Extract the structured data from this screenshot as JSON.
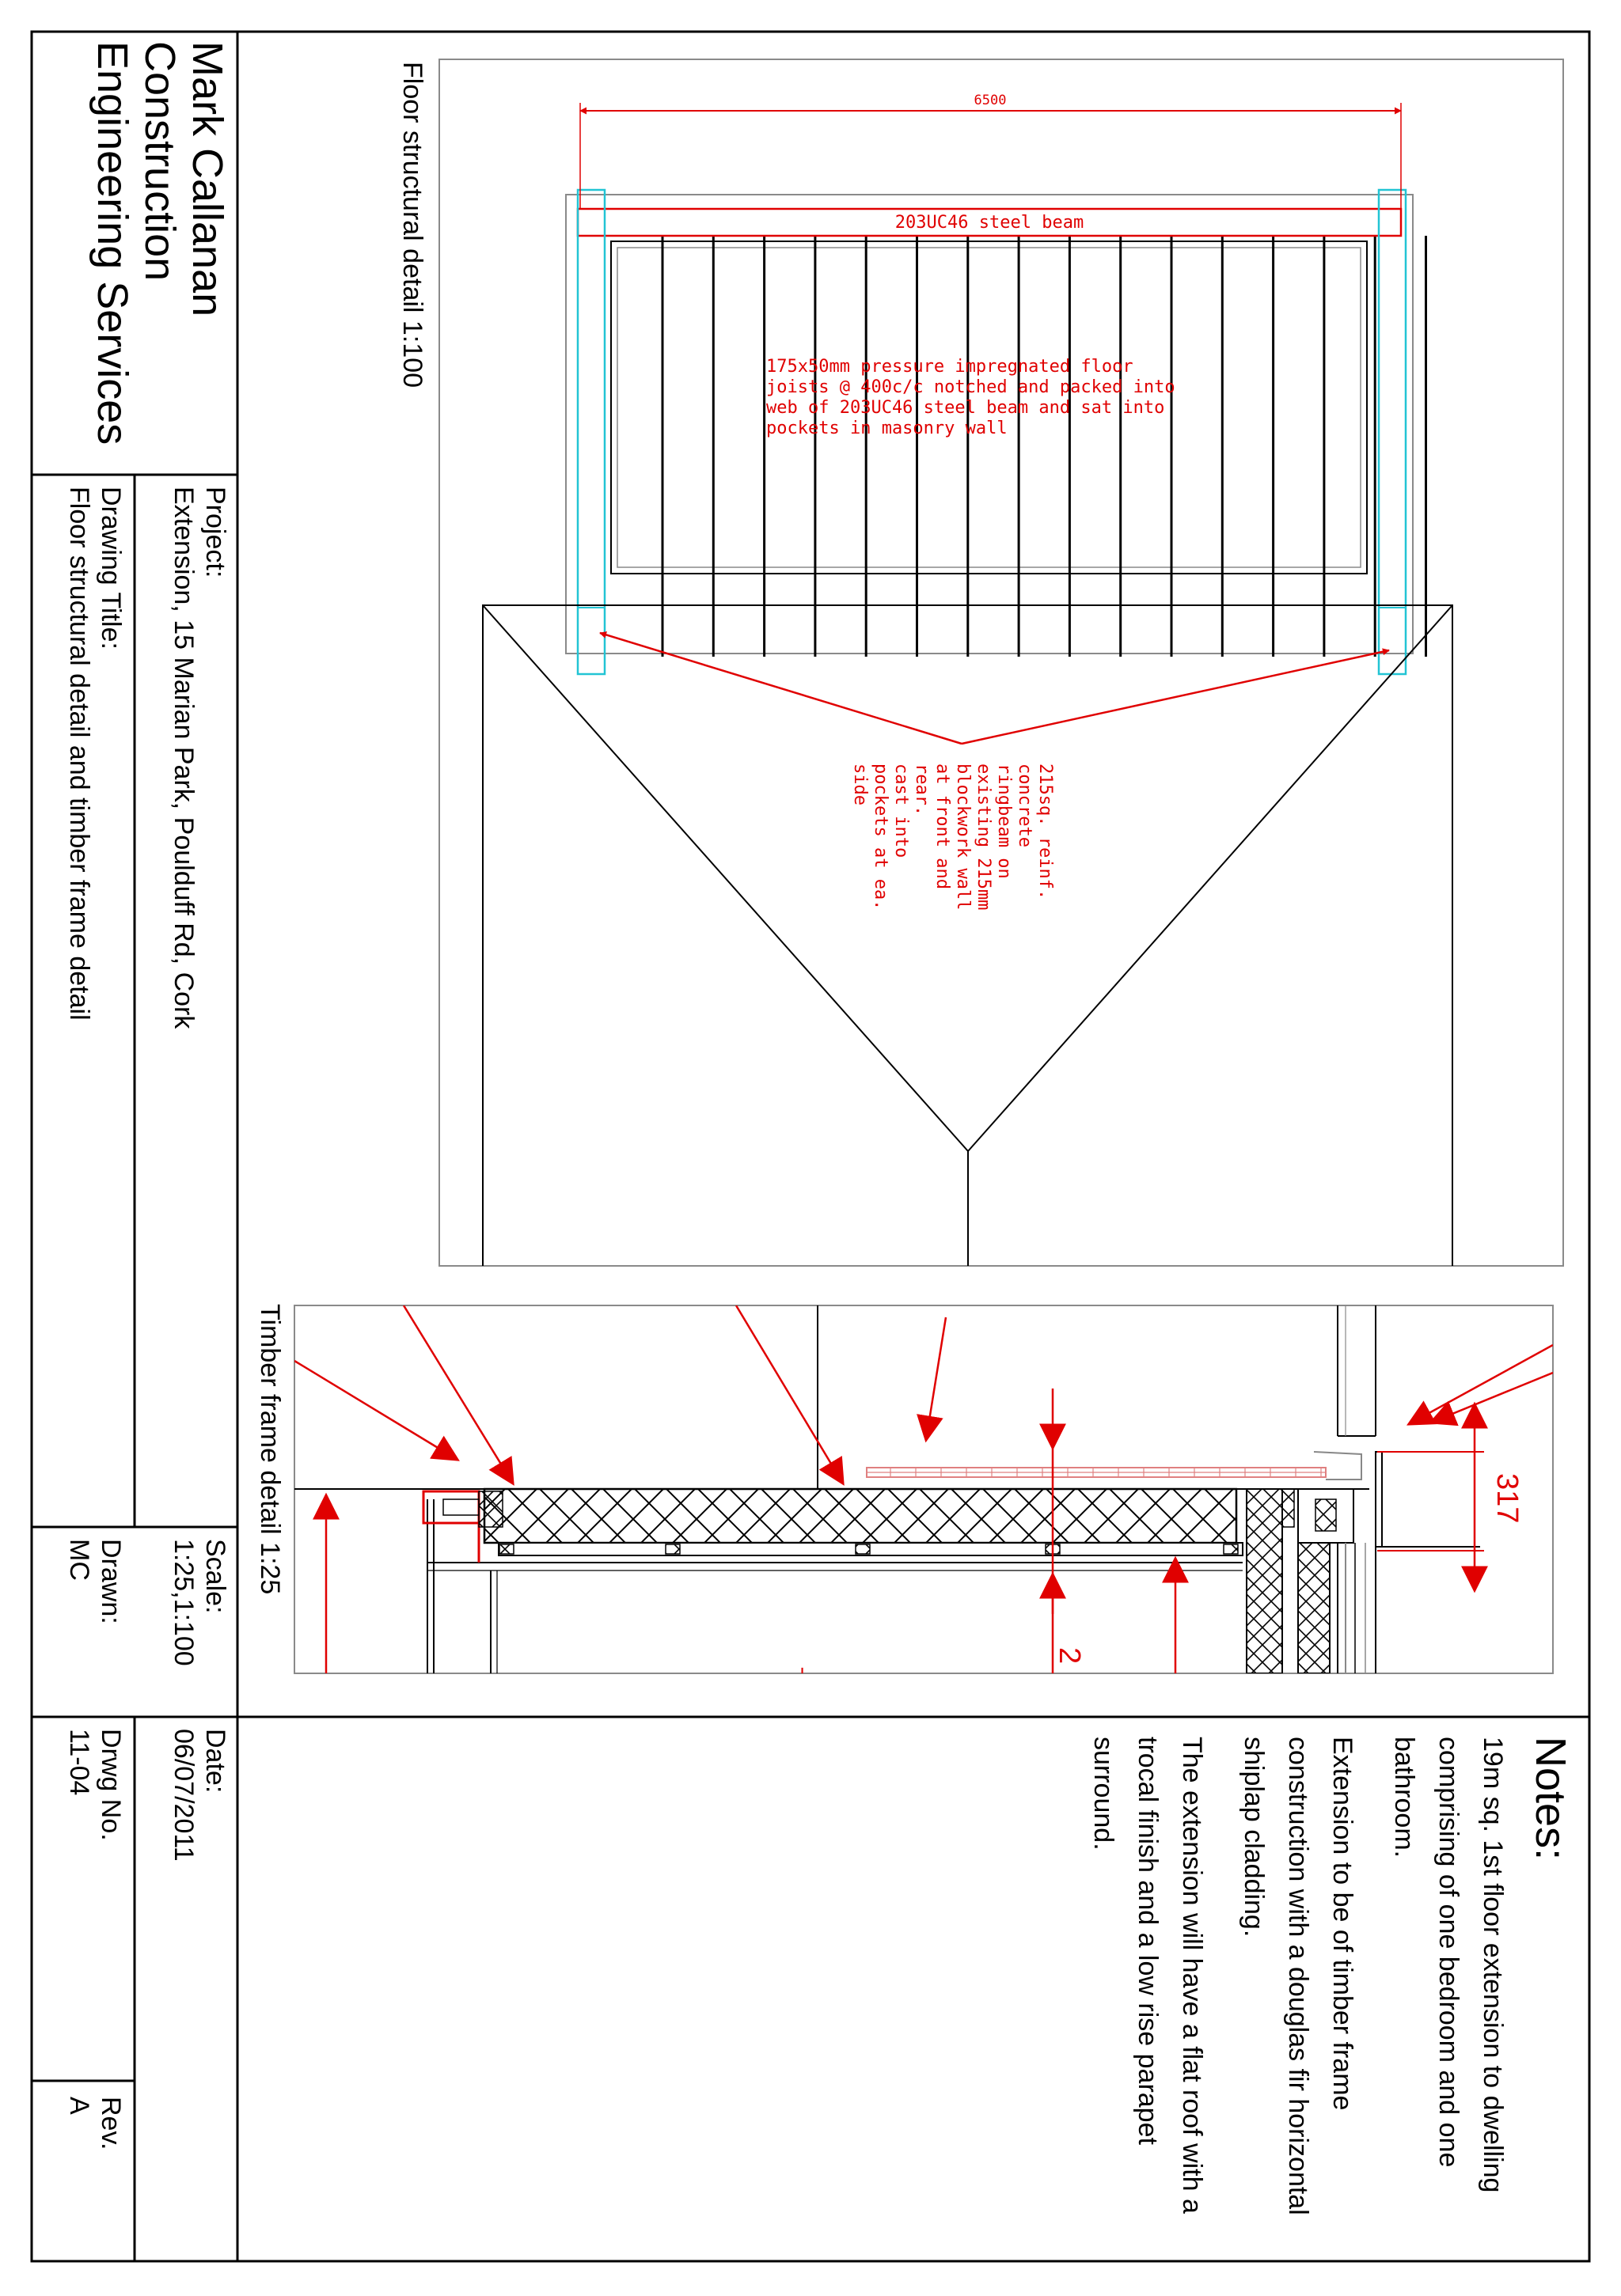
{
  "title_block": {
    "company": [
      "Mark Callanan",
      "Construction",
      "Engineering Services"
    ],
    "project_label": "Project:",
    "project_value": "Extension, 15 Marian Park, Poulduff Rd, Cork",
    "drawing_title_label": "Drawing Title:",
    "drawing_title_value": "Floor structural detail and timber frame detail",
    "scale_label": "Scale:",
    "scale_value": "1:25,1:100",
    "drawn_label": "Drawn:",
    "drawn_value": "MC",
    "date_label": "Date:",
    "date_value": "06/07/2011",
    "drwg_label": "Drwg No.",
    "drwg_value": "11-04",
    "rev_label": "Rev.",
    "rev_value": "A"
  },
  "notes": {
    "title": "Notes:",
    "paragraphs": [
      "19m sq. 1st floor extension to dwelling comprising of one bedroom and one bathroom.",
      "Extension to be of timber frame construction with a douglas fir horizontal shiplap cladding.",
      "The extension will have a flat roof with a trocal finish and a low rise parapet surround."
    ]
  },
  "floor_detail": {
    "caption": "Floor structural detail 1:100",
    "dimension": "6500",
    "beam_label": "203UC46 steel beam",
    "joist_note": [
      "175x50mm pressure impregnated floor",
      "joists @ 400c/c notched and packed into",
      "web of 203UC46 steel beam and sat into",
      "pockets in masonry wall"
    ],
    "ringbeam_note": [
      "215sq. reinf.",
      "concrete",
      "ringbeam on",
      "existing 215mm",
      "blockwork wall",
      "at front and",
      "rear.",
      "cast into",
      "pockets at ea.",
      "side"
    ]
  },
  "timber_detail": {
    "caption": "Timber frame detail 1:25",
    "dimension_a": "317",
    "dimension_b": "2"
  },
  "colors": {
    "line": "#000000",
    "annotation": "#e00000",
    "column": "#22c4d4",
    "outline": "#8a8a8a"
  }
}
